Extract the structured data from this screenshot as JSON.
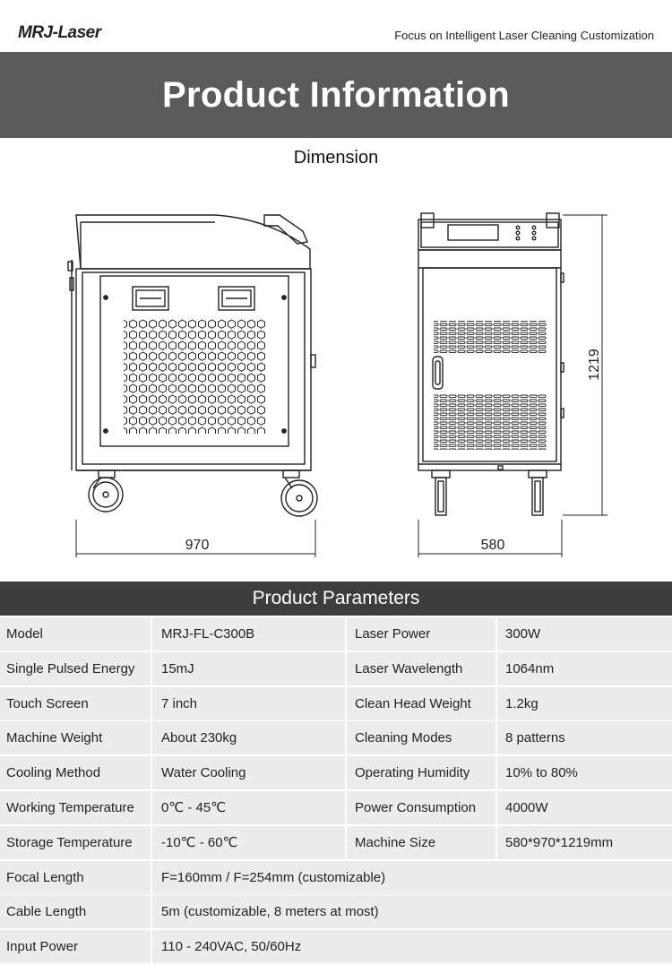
{
  "header": {
    "logo": "MRJ-Laser",
    "tagline": "Focus on Intelligent Laser Cleaning Customization"
  },
  "banner": {
    "title": "Product Information"
  },
  "dimension": {
    "title": "Dimension",
    "length_label": "970",
    "width_label": "580",
    "height_label": "1219"
  },
  "params": {
    "title": "Product Parameters",
    "rows": [
      {
        "k1": "Model",
        "v1": "MRJ-FL-C300B",
        "k2": "Laser Power",
        "v2": "300W"
      },
      {
        "k1": "Single Pulsed Energy",
        "v1": "15mJ",
        "k2": "Laser Wavelength",
        "v2": "1064nm"
      },
      {
        "k1": "Touch Screen",
        "v1": "7 inch",
        "k2": "Clean Head Weight",
        "v2": "1.2kg"
      },
      {
        "k1": "Machine Weight",
        "v1": "About 230kg",
        "k2": "Cleaning Modes",
        "v2": "8 patterns"
      },
      {
        "k1": "Cooling Method",
        "v1": "Water Cooling",
        "k2": "Operating Humidity",
        "v2": "10% to 80%"
      },
      {
        "k1": "Working Temperature",
        "v1": "0℃ - 45℃",
        "k2": "Power Consumption",
        "v2": "4000W"
      },
      {
        "k1": "Storage Temperature",
        "v1": "-10℃ - 60℃",
        "k2": "Machine Size",
        "v2": "580*970*1219mm"
      }
    ],
    "full_rows": [
      {
        "k": "Focal Length",
        "v": "F=160mm / F=254mm (customizable)"
      },
      {
        "k": "Cable Length",
        "v": "5m (customizable, 8 meters at most)"
      },
      {
        "k": "Input Power",
        "v": "110 - 240VAC, 50/60Hz"
      }
    ]
  }
}
